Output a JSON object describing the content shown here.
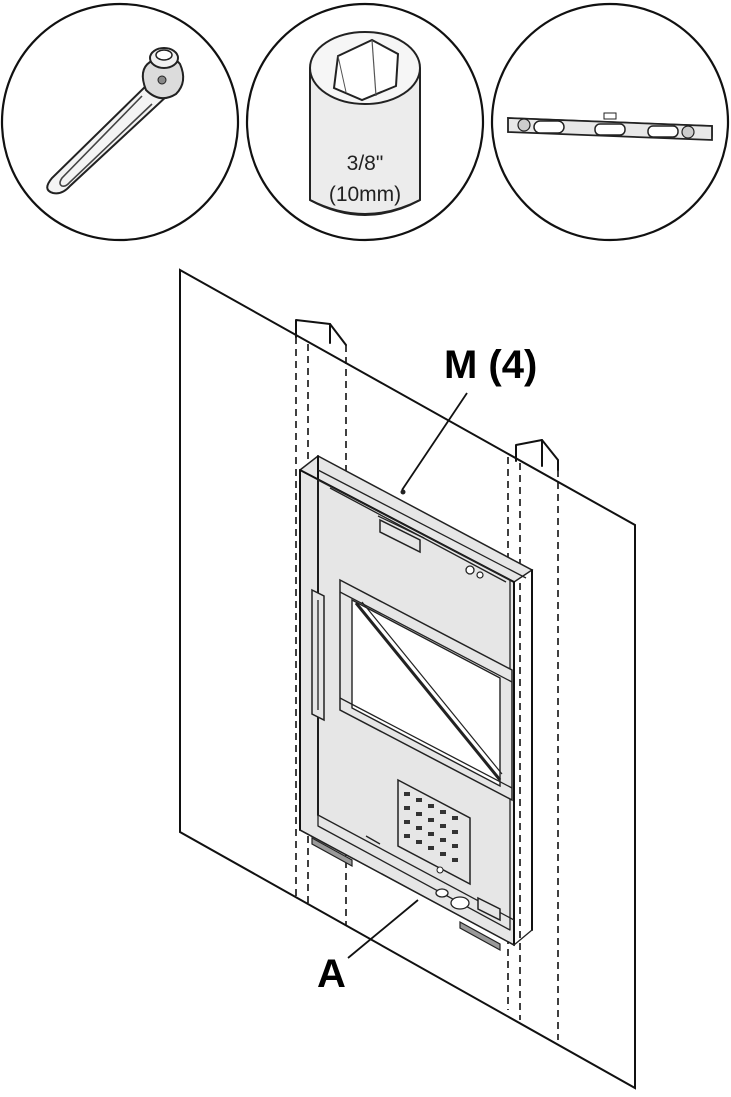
{
  "tools": [
    {
      "name": "ratchet-wrench-icon"
    },
    {
      "name": "socket-icon",
      "size_label": "3/8\"",
      "metric_label": "(10mm)"
    },
    {
      "name": "level-icon"
    }
  ],
  "callouts": {
    "m_label": "M (4)",
    "a_label": "A"
  }
}
